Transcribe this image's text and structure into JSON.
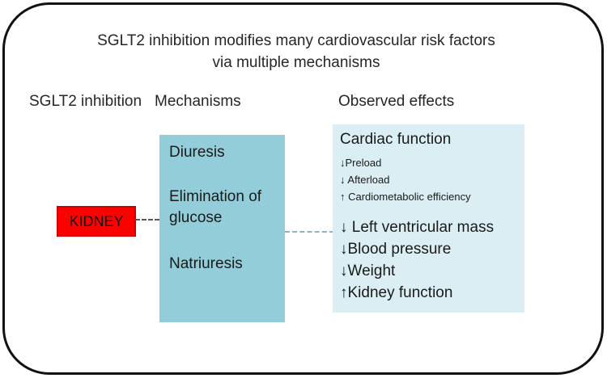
{
  "title": {
    "line1": "SGLT2 inhibition modifies many cardiovascular risk factors",
    "line2": "via multiple mechanisms"
  },
  "columns": {
    "source_label": "SGLT2 inhibition",
    "mechanisms_label": "Mechanisms",
    "effects_label": "Observed effects"
  },
  "source": {
    "label": "KIDNEY",
    "fill_color": "#ff0000",
    "border_color": "#cc0000"
  },
  "mechanisms": {
    "fill_color": "#92cdd9",
    "items": [
      "Diuresis",
      "Elimination of glucose",
      "Natriuresis"
    ]
  },
  "effects": {
    "fill_color": "#daeef3",
    "heading": "Cardiac function",
    "sub_items": [
      "↓Preload",
      "↓ Afterload",
      "↑ Cardiometabolic efficiency"
    ],
    "main_items": [
      "↓ Left ventricular mass",
      "↓Blood pressure",
      "↓Weight",
      "↑Kidney function"
    ]
  },
  "connectors": {
    "left_dash": "kidney-to-mechanisms",
    "right_dash": "mechanisms-to-effects"
  }
}
